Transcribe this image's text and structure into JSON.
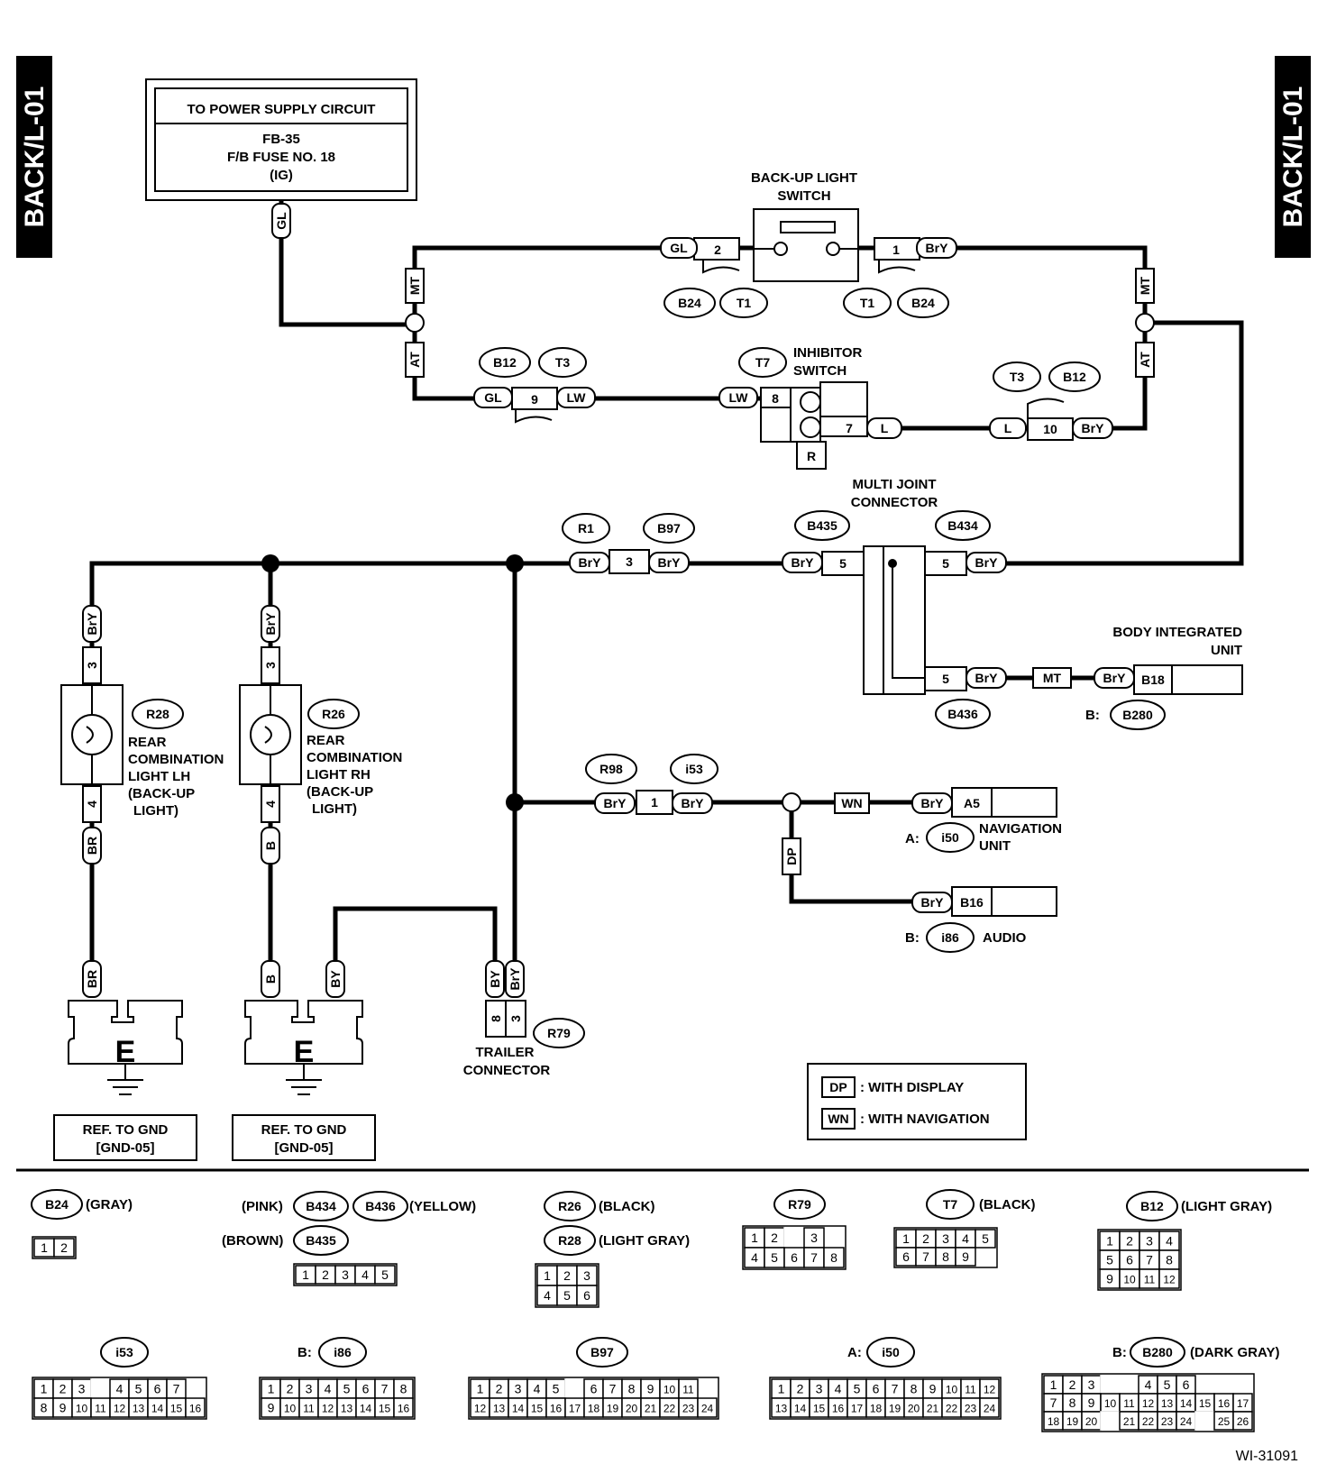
{
  "side_tab": "BACK/L-01",
  "figure_code": "WI-31091",
  "power_supply": {
    "line1": "TO POWER SUPPLY CIRCUIT",
    "line2": "FB-35",
    "line3": "F/B FUSE NO. 18",
    "line4": "(IG)"
  },
  "components": {
    "backup_switch": [
      "BACK-UP LIGHT",
      "SWITCH"
    ],
    "inhibitor": [
      "INHIBITOR",
      "SWITCH"
    ],
    "multi_joint": [
      "MULTI JOINT",
      "CONNECTOR"
    ],
    "body_unit": [
      "BODY INTEGRATED",
      "UNIT"
    ],
    "rear_lh": [
      "REAR",
      "COMBINATION",
      "LIGHT LH",
      "(BACK-UP",
      "LIGHT)"
    ],
    "rear_rh": [
      "REAR",
      "COMBINATION",
      "LIGHT RH",
      "(BACK-UP",
      "LIGHT)"
    ],
    "trailer": [
      "TRAILER",
      "CONNECTOR"
    ],
    "navigation": [
      "NAVIGATION",
      "UNIT"
    ],
    "audio": "AUDIO",
    "ground": "E",
    "gnd_ref": [
      "REF. TO GND",
      "[GND-05]"
    ]
  },
  "wire_colors": {
    "GL": "GL",
    "MT": "MT",
    "AT": "AT",
    "BrY": "BrY",
    "LW": "LW",
    "L": "L",
    "R": "R",
    "BR": "BR",
    "B": "B",
    "BY": "BY",
    "WN": "WN",
    "DP": "DP"
  },
  "prefixes": {
    "A": "A:",
    "B": "B:"
  },
  "connectors": {
    "B24": "B24",
    "T1": "T1",
    "B12": "B12",
    "T3": "T3",
    "T7": "T7",
    "R1": "R1",
    "B97": "B97",
    "B435": "B435",
    "B434": "B434",
    "B436": "B436",
    "B280": "B280",
    "R28": "R28",
    "R26": "R26",
    "R98": "R98",
    "i53": "i53",
    "i50": "i50",
    "i86": "i86",
    "R79": "R79"
  },
  "pins": {
    "p1": "1",
    "p2": "2",
    "p3": "3",
    "p4": "4",
    "p5": "5",
    "p7": "7",
    "p8": "8",
    "p9": "9",
    "p10": "10",
    "A5": "A5",
    "B16": "B16",
    "B18": "B18"
  },
  "legend": {
    "DP": "DP",
    "DP_text": ": WITH DISPLAY",
    "WN": "WN",
    "WN_text": ": WITH NAVIGATION"
  },
  "colors_text": {
    "gray": "(GRAY)",
    "pink": "(PINK)",
    "yellow": "(YELLOW)",
    "brown": "(BROWN)",
    "black": "(BLACK)",
    "light_gray": "(LIGHT GRAY)",
    "dark_gray": "(DARK GRAY)"
  },
  "faces": {
    "B24": [
      [
        "1",
        "2"
      ]
    ],
    "B435": [
      [
        "1",
        "2",
        "3",
        "4",
        "5"
      ]
    ],
    "R26": [
      [
        "1",
        "2",
        "3"
      ],
      [
        "4",
        "5",
        "6"
      ]
    ],
    "R79": [
      [
        "1",
        "2",
        "",
        "3"
      ],
      [
        "4",
        "5",
        "6",
        "7",
        "8"
      ]
    ],
    "T7": [
      [
        "1",
        "2",
        "3",
        "4",
        "5"
      ],
      [
        "6",
        "7",
        "8",
        "9"
      ]
    ],
    "B12": [
      [
        "1",
        "2",
        "3",
        "4"
      ],
      [
        "5",
        "6",
        "7",
        "8"
      ],
      [
        "9",
        "10",
        "11",
        "12"
      ]
    ],
    "i53": [
      [
        "1",
        "2",
        "3",
        "",
        "4",
        "5",
        "6",
        "7"
      ],
      [
        "8",
        "9",
        "10",
        "11",
        "12",
        "13",
        "14",
        "15",
        "16"
      ]
    ],
    "i86": [
      [
        "1",
        "2",
        "3",
        "4",
        "5",
        "6",
        "7",
        "8"
      ],
      [
        "9",
        "10",
        "11",
        "12",
        "13",
        "14",
        "15",
        "16"
      ]
    ],
    "B97": [
      [
        "1",
        "2",
        "3",
        "4",
        "5",
        "",
        "6",
        "7",
        "8",
        "9",
        "10",
        "11"
      ],
      [
        "12",
        "13",
        "14",
        "15",
        "16",
        "17",
        "18",
        "19",
        "20",
        "21",
        "22",
        "23",
        "24"
      ]
    ],
    "i50": [
      [
        "1",
        "2",
        "3",
        "4",
        "5",
        "6",
        "7",
        "8",
        "9",
        "10",
        "11",
        "12"
      ],
      [
        "13",
        "14",
        "15",
        "16",
        "17",
        "18",
        "19",
        "20",
        "21",
        "22",
        "23",
        "24"
      ]
    ],
    "B280": [
      [
        "1",
        "2",
        "3",
        "",
        "",
        "4",
        "5",
        "6"
      ],
      [
        "7",
        "8",
        "9",
        "10",
        "11",
        "12",
        "13",
        "14",
        "15",
        "16",
        "17"
      ],
      [
        "18",
        "19",
        "20",
        "",
        "21",
        "22",
        "23",
        "24",
        "",
        "25",
        "26"
      ]
    ]
  }
}
